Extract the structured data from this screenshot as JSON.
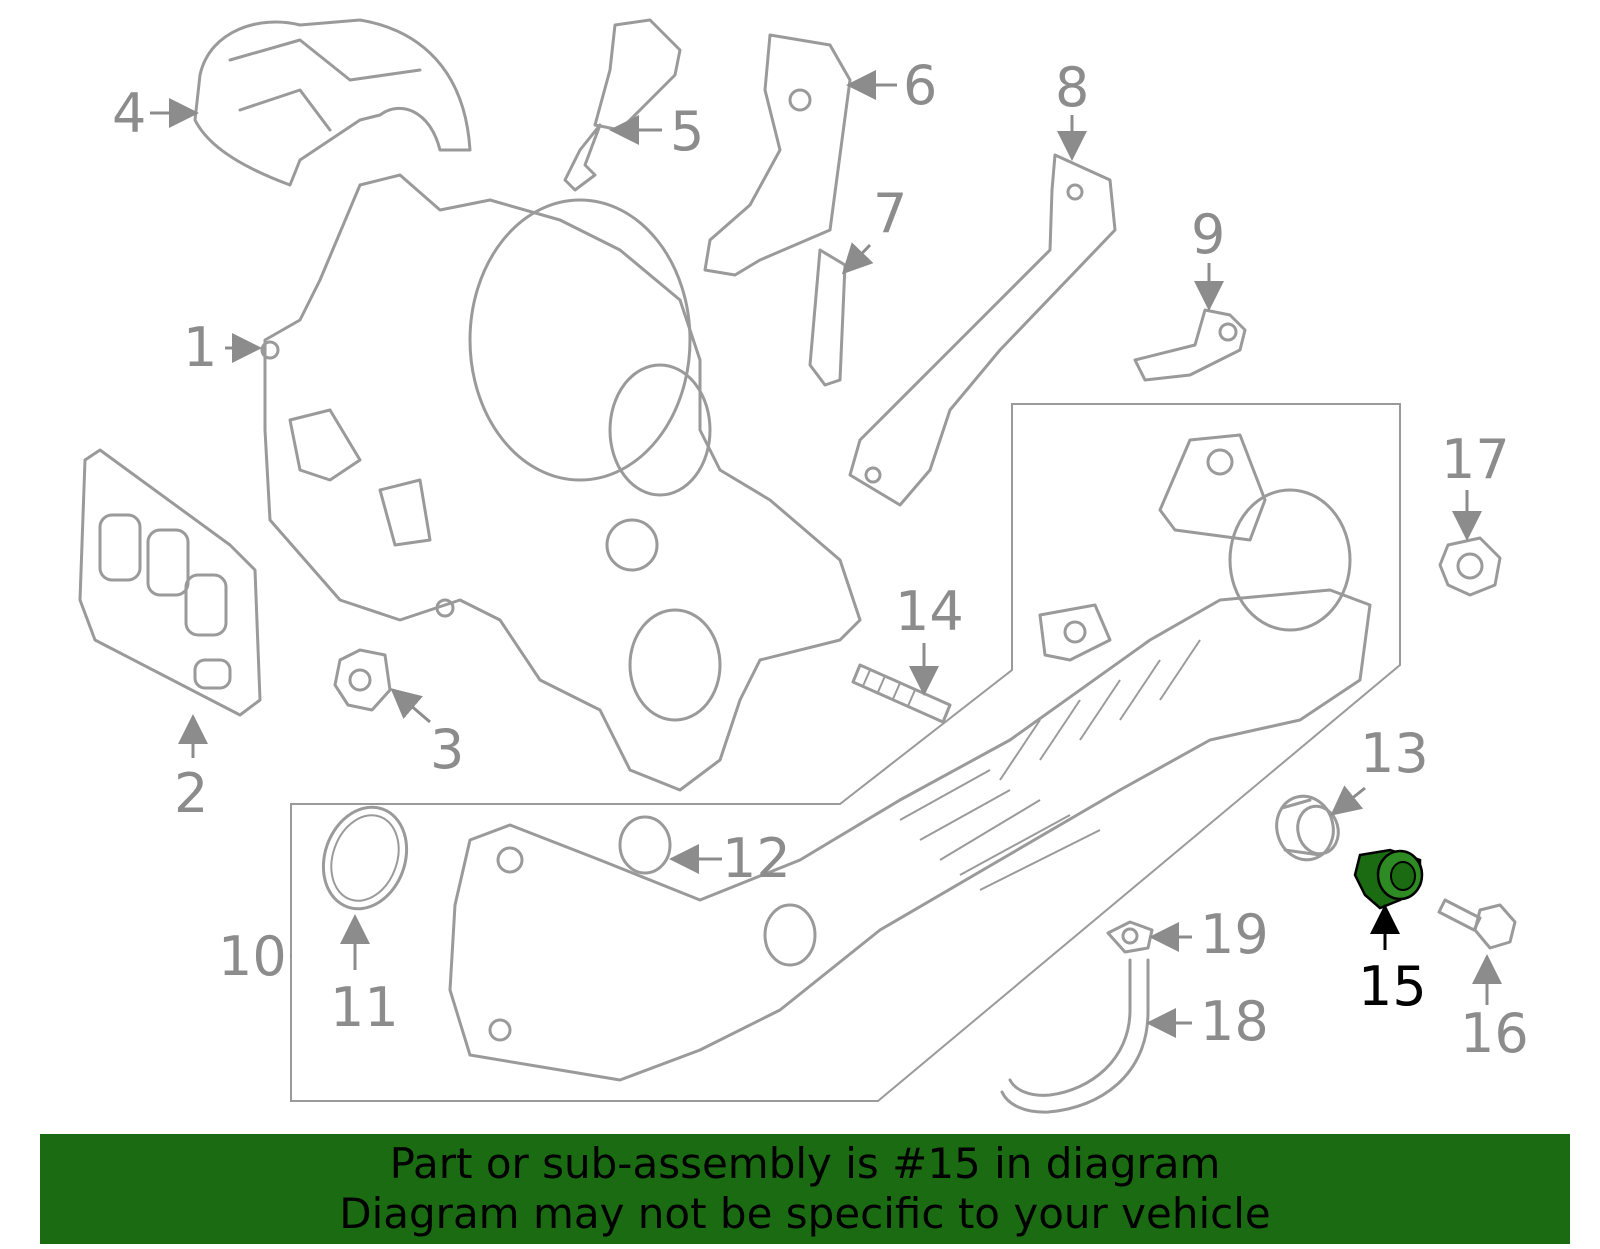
{
  "callouts": [
    {
      "num": "1"
    },
    {
      "num": "2"
    },
    {
      "num": "3"
    },
    {
      "num": "4"
    },
    {
      "num": "5"
    },
    {
      "num": "6"
    },
    {
      "num": "7"
    },
    {
      "num": "8"
    },
    {
      "num": "9"
    },
    {
      "num": "10"
    },
    {
      "num": "11"
    },
    {
      "num": "12"
    },
    {
      "num": "13"
    },
    {
      "num": "14"
    },
    {
      "num": "15"
    },
    {
      "num": "16"
    },
    {
      "num": "17"
    },
    {
      "num": "18"
    },
    {
      "num": "19"
    }
  ],
  "highlight": {
    "callout": "15",
    "color": "#1a6b12"
  },
  "colors": {
    "banner": "#1a6b12",
    "linework": "#9a9a9a",
    "callout_text": "#8c8c8c"
  },
  "banner": {
    "line1": "Part or sub-assembly is #15 in diagram",
    "line2": "Diagram may not be specific to your vehicle"
  }
}
